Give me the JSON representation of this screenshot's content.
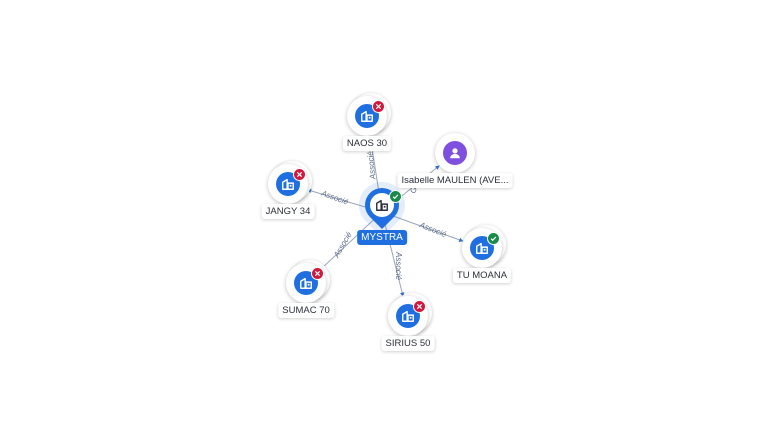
{
  "center": {
    "name": "MYSTRA",
    "status": "active"
  },
  "nodes": [
    {
      "id": "naos",
      "name": "NAOS 30",
      "type": "company",
      "status": "closed"
    },
    {
      "id": "isabelle",
      "name": "Isabelle MAULEN (AVE...",
      "type": "person"
    },
    {
      "id": "jangy",
      "name": "JANGY 34",
      "type": "company",
      "status": "closed"
    },
    {
      "id": "tumoana",
      "name": "TU MOANA",
      "type": "company",
      "status": "active"
    },
    {
      "id": "sumac",
      "name": "SUMAC 70",
      "type": "company",
      "status": "closed"
    },
    {
      "id": "sirius",
      "name": "SIRIUS 50",
      "type": "company",
      "status": "closed"
    }
  ],
  "edges": [
    {
      "to": "naos",
      "label": "Associé"
    },
    {
      "to": "isabelle",
      "label": "Gé..."
    },
    {
      "to": "jangy",
      "label": "Associé"
    },
    {
      "to": "tumoana",
      "label": "Associé"
    },
    {
      "to": "sumac",
      "label": "Associé"
    },
    {
      "to": "sirius",
      "label": "Associé"
    }
  ],
  "colors": {
    "company": "#1f6fe0",
    "person": "#7f4fe0",
    "closed": "#d1193e",
    "active": "#198a4a"
  },
  "icons": {
    "company": "building-icon",
    "person": "person-icon",
    "closed": "close-icon",
    "active": "check-icon"
  }
}
